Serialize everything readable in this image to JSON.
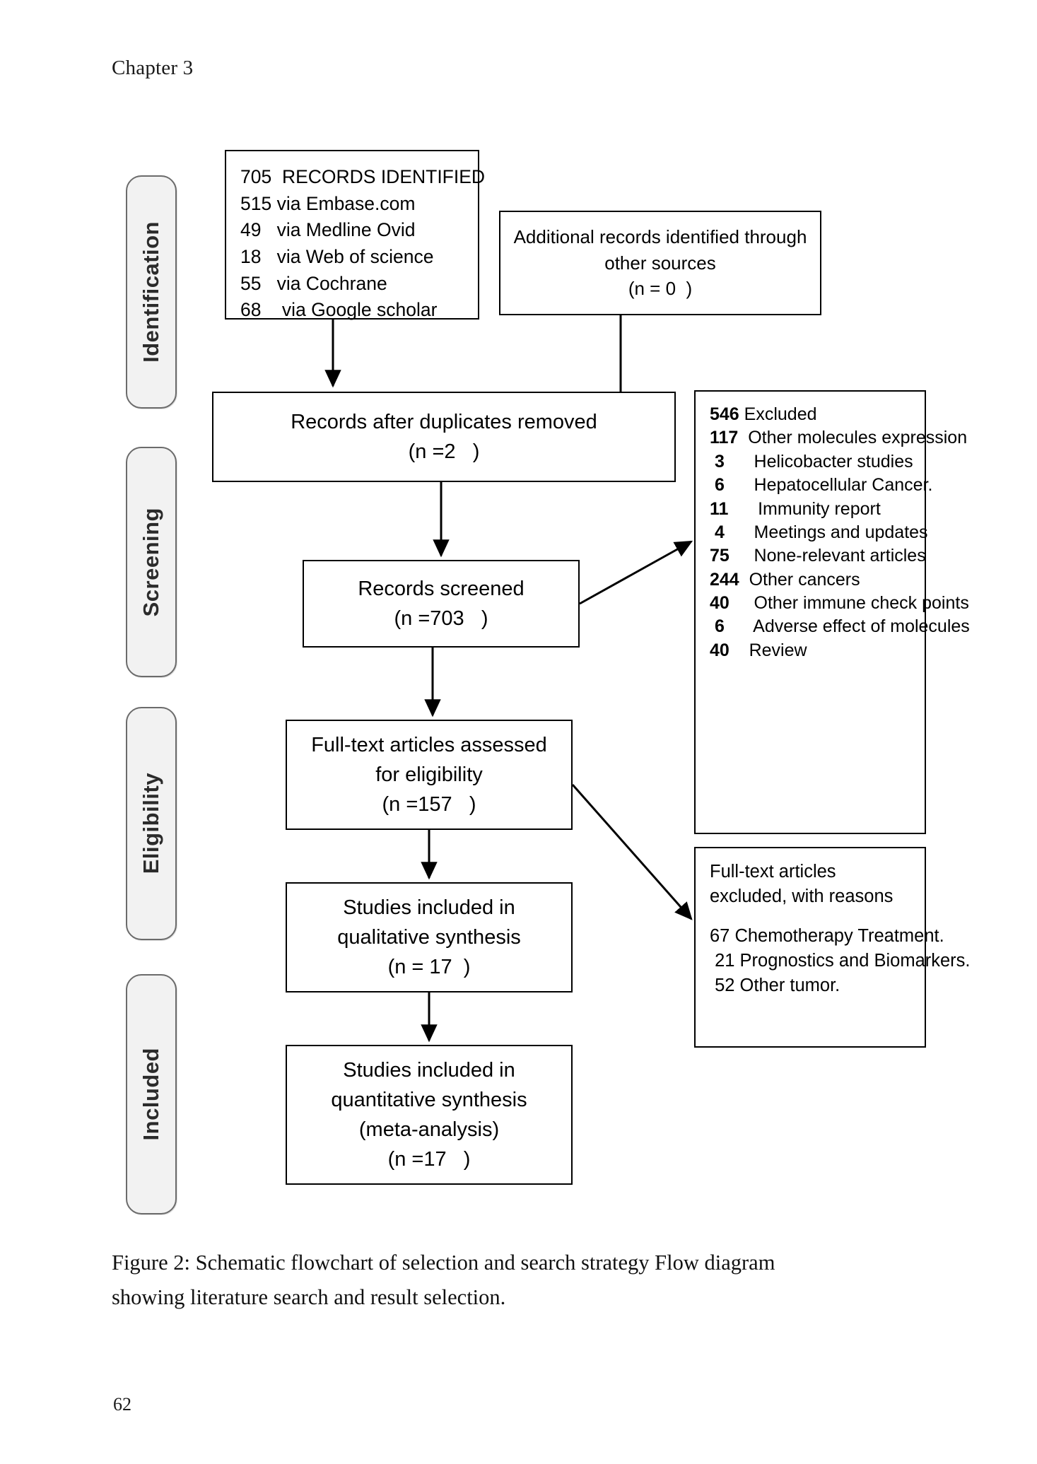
{
  "page": {
    "header": "Chapter 3",
    "number": "62",
    "caption_line1": "Figure 2: Schematic flowchart of selection and search strategy Flow diagram",
    "caption_line2": "showing literature search and result selection."
  },
  "stages": [
    {
      "label": "Identification"
    },
    {
      "label": "Screening"
    },
    {
      "label": "Eligibility"
    },
    {
      "label": "Included"
    }
  ],
  "boxes": {
    "identified": {
      "lines": [
        "705  RECORDS IDENTIFIED",
        "515 via Embase.com",
        "49   via Medline Ovid",
        "18   via Web of science",
        "55   via Cochrane",
        "68    via Google scholar"
      ]
    },
    "additional": {
      "line1": "Additional records identified through",
      "line2": "other sources",
      "line3": "(n = 0  )"
    },
    "duplicates": {
      "line1": "Records after duplicates removed",
      "line2": "(n =2   )"
    },
    "screened": {
      "line1": "Records screened",
      "line2": "(n =703   )"
    },
    "fulltext": {
      "line1": "Full-text articles assessed",
      "line2": "for eligibility",
      "line3": "(n =157   )"
    },
    "qualitative": {
      "line1": "Studies included in",
      "line2": "qualitative synthesis",
      "line3": "(n = 17  )"
    },
    "quantitative": {
      "line1": "Studies included in",
      "line2": "quantitative synthesis",
      "line3": "(meta-analysis)",
      "line4": "(n =17   )"
    },
    "excluded": {
      "title_num": "546",
      "title_text": " Excluded",
      "items": [
        {
          "num": "117",
          "text": "  Other molecules expression"
        },
        {
          "num": " 3",
          "text": "      Helicobacter studies"
        },
        {
          "num": " 6",
          "text": "      Hepatocellular Cancer."
        },
        {
          "num": "11",
          "text": "      Immunity report"
        },
        {
          "num": " 4",
          "text": "      Meetings and updates"
        },
        {
          "num": "75",
          "text": "     None-relevant articles"
        },
        {
          "num": "244",
          "text": "  Other cancers"
        },
        {
          "num": "40",
          "text": "     Other immune check points"
        },
        {
          "num": " 6",
          "text": "      Adverse effect of molecules"
        },
        {
          "num": "40",
          "text": "    Review"
        }
      ]
    },
    "reasons": {
      "title_line1": "Full-text articles",
      "title_line2": "excluded, with reasons",
      "items": [
        "67 Chemotherapy Treatment.",
        " 21 Prognostics and Biomarkers.",
        " 52 Other tumor."
      ]
    }
  }
}
